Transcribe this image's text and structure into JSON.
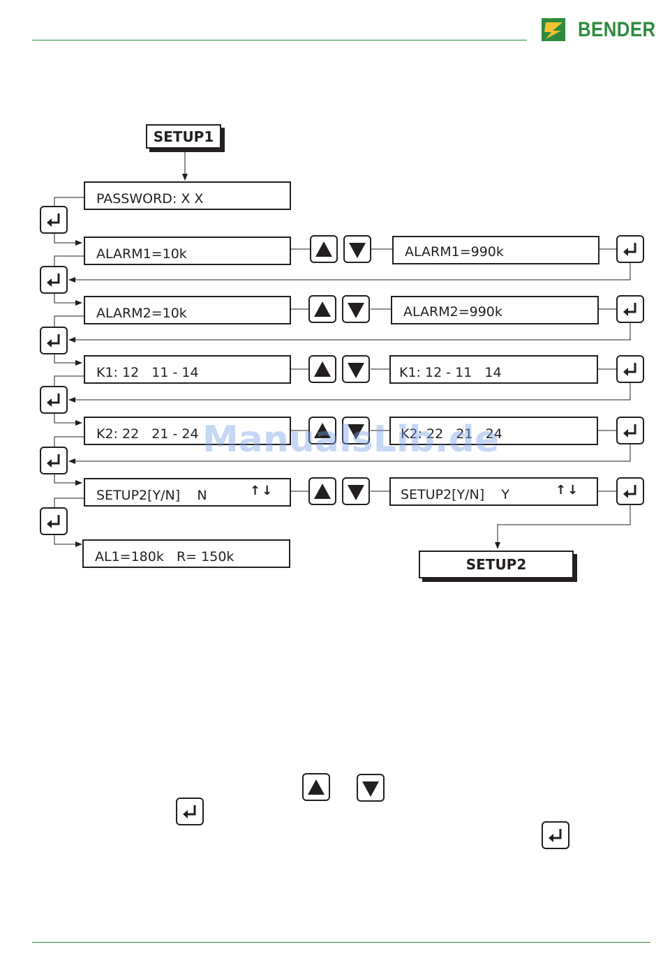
{
  "header": {
    "brand": "BENDER"
  },
  "flow": {
    "start": "SETUP1",
    "end": "SETUP2",
    "password": "PASSWORD: X X",
    "rows": [
      {
        "left": "ALARM1=10k",
        "right": "ALARM1=990k"
      },
      {
        "left": "ALARM2=10k",
        "right": "ALARM2=990k"
      },
      {
        "left": "K1: 12   11 - 14",
        "right": "K1: 12 - 11   14"
      },
      {
        "left": "K2: 22   21 - 24",
        "right": "K2: 22   21   24"
      },
      {
        "left": "SETUP2[Y/N]    N",
        "right": "SETUP2[Y/N]    Y"
      }
    ],
    "updown_glyph": "↑↓",
    "last": "AL1=180k   R= 150k"
  },
  "icons": {
    "enter": "enter-key-icon",
    "up": "up-arrow-key-icon",
    "down": "down-arrow-key-icon"
  },
  "watermark": "ManualsLib.de",
  "colors": {
    "accent": "#2e8b3e",
    "ink": "#231f20",
    "watermark": "#78a0e6"
  }
}
